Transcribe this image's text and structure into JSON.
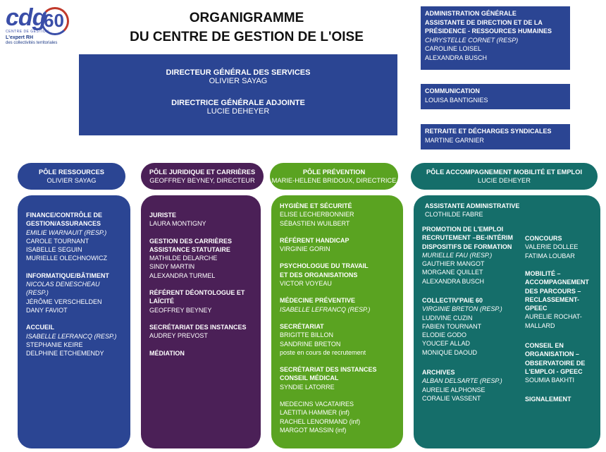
{
  "logo": {
    "brand": "cdg",
    "number": "60",
    "tagline": "CENTRE DE GESTION",
    "line1": "L'expert RH",
    "line2": "des collectivités territoriales"
  },
  "title": {
    "line1": "ORGANIGRAMME",
    "line2": "DU CENTRE DE GESTION DE L'OISE"
  },
  "direction": {
    "dgs_role": "DIRECTEUR GÉNÉRAL DES SERVICES",
    "dgs_name": "OLIVIER SAYAG",
    "dga_role": "DIRECTRICE GÉNÉRALE ADJOINTE",
    "dga_name": "LUCIE DEHEYER"
  },
  "side": {
    "admin": {
      "h1": "ADMINISTRATION GÉNÉRALE",
      "h2": "ASSISTANTE DE DIRECTION ET DE LA PRÉSIDENCE -  RESSOURCES HUMAINES",
      "resp": "CHRYSTELLE CORNET (RESP)",
      "p1": "CAROLINE LOISEL",
      "p2": "ALEXANDRA BUSCH"
    },
    "comm": {
      "h": "COMMUNICATION",
      "p1": "LOUISA BANTIGNIES"
    },
    "retraite": {
      "h": "RETRAITE ET DÉCHARGES SYNDICALES",
      "p1": "MARTINE GARNIER"
    }
  },
  "poles": {
    "ressources": {
      "title": "PÔLE RESSOURCES",
      "head": "OLIVIER SAYAG"
    },
    "juridique": {
      "title": "PÔLE JURIDIQUE ET CARRIÈRES",
      "head": "GEOFFREY BEYNEY, DIRECTEUR"
    },
    "prevention": {
      "title": "PÔLE PRÉVENTION",
      "head": "MARIE-HELENE BRIDOUX, DIRECTRICE"
    },
    "accompagnement": {
      "title": "PÔLE ACCOMPAGNEMENT MOBILITÉ ET EMPLOI",
      "head": "LUCIE DEHEYER"
    }
  },
  "ressources": {
    "finance": {
      "h1": "FINANCE/CONTRÔLE DE",
      "h2": "GESTION/ASSURANCES",
      "resp": "EMILIE WARNAUIT (RESP.)",
      "p1": "CAROLE TOURNANT",
      "p2": "ISABELLE SEGUIN",
      "p3": "MURIELLE OLECHNOWICZ"
    },
    "info": {
      "h": "INFORMATIQUE/BÂTIMENT",
      "resp": "NICOLAS DENESCHEAU (RESP.)",
      "p1": "JÉRÔME VERSCHELDEN",
      "p2": "DANY FAVIOT"
    },
    "accueil": {
      "h": "ACCUEIL",
      "resp": "ISABELLE LEFRANCQ (RESP.)",
      "p1": "STEPHANIE KEIRE",
      "p2": "DELPHINE ETCHEMENDY"
    }
  },
  "juridique": {
    "juriste": {
      "h": "JURISTE",
      "p1": "LAURA MONTIGNY"
    },
    "gestion": {
      "h1": "GESTION DES CARRIÈRES",
      "h2": "ASSISTANCE STATUTAIRE",
      "p1": "MATHILDE DELARCHE",
      "p2": "SINDY MARTIN",
      "p3": "ALEXANDRA TURMEL"
    },
    "deonto": {
      "h1": "RÉFÉRENT DÉONTOLOGUE ET",
      "h2": "LAÏCITÉ",
      "p1": "GEOFFREY BEYNEY"
    },
    "secret": {
      "h": "SECRÉTARIAT DES INSTANCES",
      "p1": "AUDREY PREVOST"
    },
    "mediation": {
      "h": "MÉDIATION"
    }
  },
  "prevention": {
    "hygiene": {
      "h": "HYGIÈNE ET SÉCURITÉ",
      "p1": "ELISE LECHERBONNIER",
      "p2": "SÉBASTIEN WUILBERT"
    },
    "handicap": {
      "h": "RÉFÉRENT HANDICAP",
      "p1": "VIRGINIE GORIN"
    },
    "psy": {
      "h1": "PSYCHOLOGUE DU TRAVAIL",
      "h2": "ET DES ORGANISATIONS",
      "p1": "VICTOR VOYEAU"
    },
    "medecine": {
      "h": "MÉDECINE PRÉVENTIVE",
      "resp": "ISABELLE LEFRANCQ (RESP.)"
    },
    "secretariat": {
      "h": "SECRÉTARIAT",
      "p1": "BRIGITTE BILLON",
      "p2": "SANDRINE BRETON",
      "p3": "poste en cours de recrutement"
    },
    "instances": {
      "h1": "SECRÉTARIAT DES INSTANCES",
      "h2": "CONSEIL MÉDICAL",
      "p1": "SYNDIE LATORRE"
    },
    "vacataires": {
      "p0": "MEDECINS VACATAIRES",
      "p1": "LAETITIA HAMMER (inf)",
      "p2": "RACHEL LENORMAND (inf)",
      "p3": "MARGOT MASSIN (inf)"
    }
  },
  "accompagnement": {
    "assistante": {
      "h": "ASSISTANTE ADMINISTRATIVE",
      "p1": "CLOTHILDE FABRE"
    },
    "promotion": {
      "h1": "PROMOTION DE L'EMPLOI",
      "h2": "RECRUTEMENT –BE-INTÉRIM",
      "h3": "DISPOSITIFS DE FORMATION",
      "resp": "MURIELLE FAU (RESP.)",
      "p1": "GAUTHIER MANGOT",
      "p2": "MORGANE QUILLET",
      "p3": "ALEXANDRA BUSCH"
    },
    "paie": {
      "h": "COLLECTIV'PAIE 60",
      "resp": "VIRGINIE BRETON (RESP.)",
      "p1": "LUDIVINE CUZIN",
      "p2": "FABIEN TOURNANT",
      "p3": "ELODIE GODO",
      "p4": "YOUCEF ALLAD",
      "p5": "MONIQUE DAOUD"
    },
    "archives": {
      "h": "ARCHIVES",
      "resp": "ALBAN DELSARTE (RESP.)",
      "p1": "AURELIE ALPHONSE",
      "p2": "CORALIE VASSENT"
    },
    "concours": {
      "h": "CONCOURS",
      "p1": "VALERIE DOLLEE",
      "p2": "FATIMA LOUBAR"
    },
    "mobilite": {
      "h1": "MOBILITÉ –",
      "h2": "ACCOMPAGNEMENT",
      "h3": "DES PARCOURS –",
      "h4": "RECLASSEMENT-",
      "h5": "GPEEC",
      "p1": "AURELIE ROCHAT-",
      "p2": "MALLARD"
    },
    "conseil": {
      "h1": "CONSEIL EN",
      "h2": "ORGANISATION –",
      "h3": "OBSERVATOIRE DE",
      "h4": "L'EMPLOI - GPEEC",
      "p1": "SOUMIA BAKHTI"
    },
    "signalement": {
      "h": "SIGNALEMENT"
    }
  }
}
